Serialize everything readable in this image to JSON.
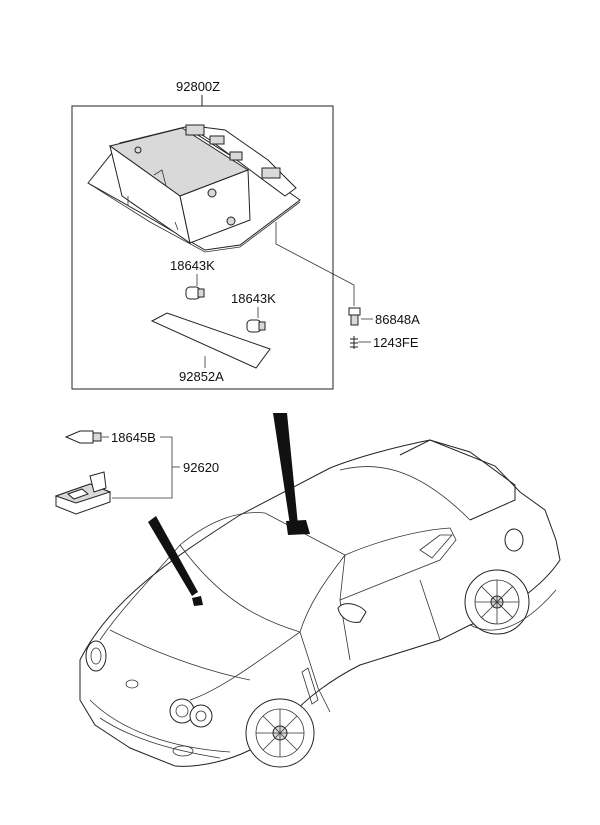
{
  "diagram": {
    "parts": {
      "overhead_console_assy": "92800Z",
      "bulb_1": "18643K",
      "bulb_2": "18643K",
      "lens": "92852A",
      "clip": "86848A",
      "screw": "1243FE",
      "festoon_bulb": "18645B",
      "room_lamp_assy": "92620"
    }
  }
}
